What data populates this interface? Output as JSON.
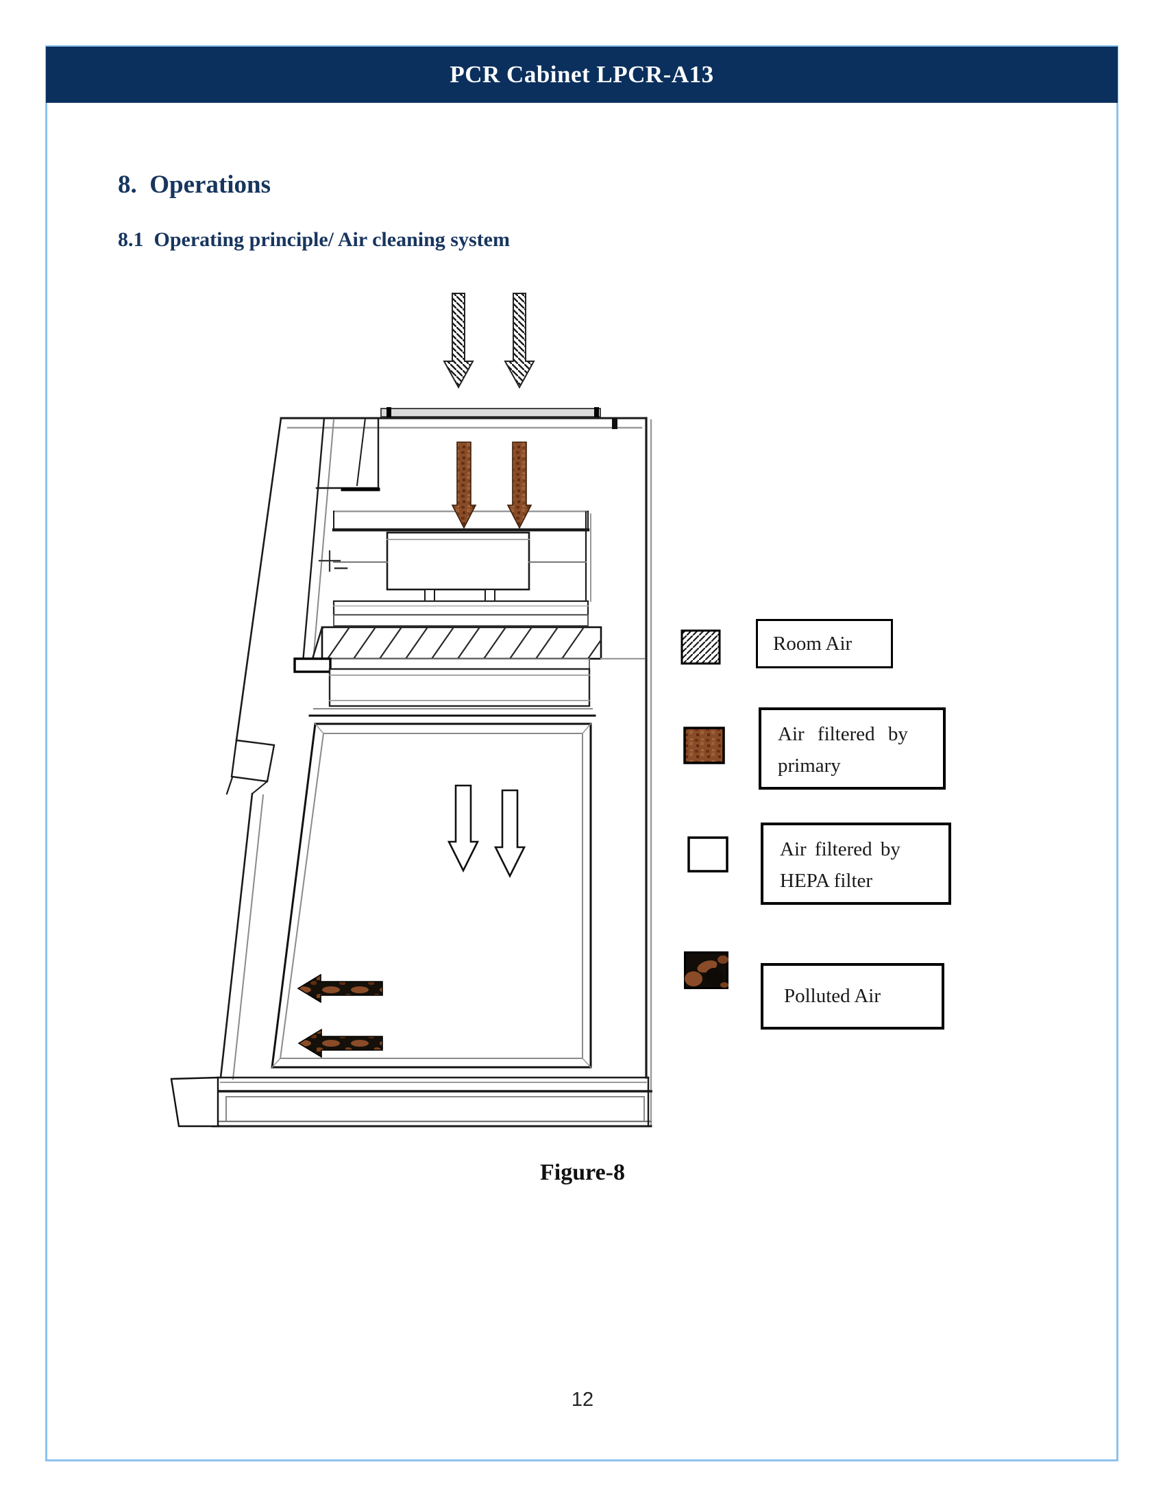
{
  "header": {
    "title": "PCR Cabinet LPCR-A13"
  },
  "section": {
    "heading": "8.  Operations",
    "subheading": "8.1  Operating principle/ Air cleaning system"
  },
  "figure": {
    "caption": "Figure-8"
  },
  "legend": {
    "items": [
      {
        "id": "room-air",
        "swatch": "diagonal-hatch-swatch",
        "line1": "Room Air",
        "line2": ""
      },
      {
        "id": "primary-filtered-air",
        "swatch": "brown-speckle-swatch",
        "line1": "Air filtered by",
        "line2": "primary"
      },
      {
        "id": "hepa-filtered-air",
        "swatch": "white-swatch",
        "line1": "Air filtered by",
        "line2": "HEPA filter"
      },
      {
        "id": "polluted-air",
        "swatch": "black-brown-blotch-swatch",
        "line1": "Polluted Air",
        "line2": ""
      }
    ]
  },
  "footer": {
    "page_number": "12"
  },
  "colors": {
    "header_bar": "#0b305e",
    "heading_text": "#17355e",
    "page_border": "#8cc2ee",
    "primary_air_brown": "#8a4c28",
    "polluted_air_dark": "#15100a"
  }
}
